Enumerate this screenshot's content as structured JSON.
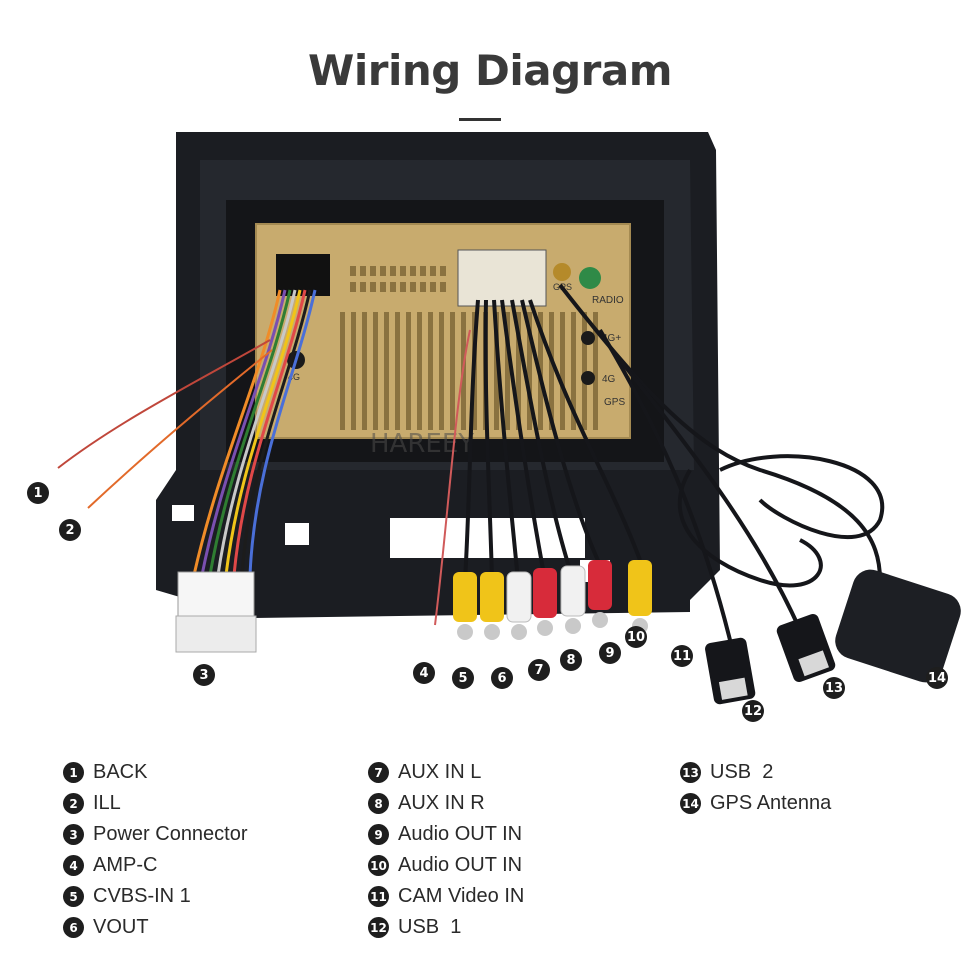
{
  "title": "Wiring Diagram",
  "watermark": "HAREEY",
  "port_labels": {
    "gps": "GPS",
    "radio": "RADIO",
    "fourg_plus": "4G+",
    "fourg": "4G",
    "fourg_left": "4G",
    "gps_bottom": "GPS"
  },
  "callouts": [
    {
      "n": "1"
    },
    {
      "n": "2"
    },
    {
      "n": "3"
    },
    {
      "n": "4"
    },
    {
      "n": "5"
    },
    {
      "n": "6"
    },
    {
      "n": "7"
    },
    {
      "n": "8"
    },
    {
      "n": "9"
    },
    {
      "n": "10"
    },
    {
      "n": "11"
    },
    {
      "n": "12"
    },
    {
      "n": "13"
    },
    {
      "n": "14"
    }
  ],
  "legend": {
    "col1": [
      {
        "n": "1",
        "label": "BACK"
      },
      {
        "n": "2",
        "label": "ILL"
      },
      {
        "n": "3",
        "label": "Power Connector"
      },
      {
        "n": "4",
        "label": "AMP-C"
      },
      {
        "n": "5",
        "label": "CVBS-IN 1"
      },
      {
        "n": "6",
        "label": "VOUT"
      }
    ],
    "col2": [
      {
        "n": "7",
        "label": "AUX IN L"
      },
      {
        "n": "8",
        "label": "AUX IN R"
      },
      {
        "n": "9",
        "label": "Audio OUT IN"
      },
      {
        "n": "10",
        "label": "Audio OUT IN"
      },
      {
        "n": "11",
        "label": "CAM Video IN"
      },
      {
        "n": "12",
        "label": "USB  1"
      }
    ],
    "col3": [
      {
        "n": "13",
        "label": "USB  2"
      },
      {
        "n": "14",
        "label": "GPS Antenna"
      }
    ]
  },
  "colors": {
    "bezel": "#1b1d22",
    "chassis": "#c8ab6e",
    "rca_yellow": "#f0c419",
    "rca_red": "#d72b3a",
    "rca_white": "#f1f1f1",
    "cable": "#15161a"
  }
}
